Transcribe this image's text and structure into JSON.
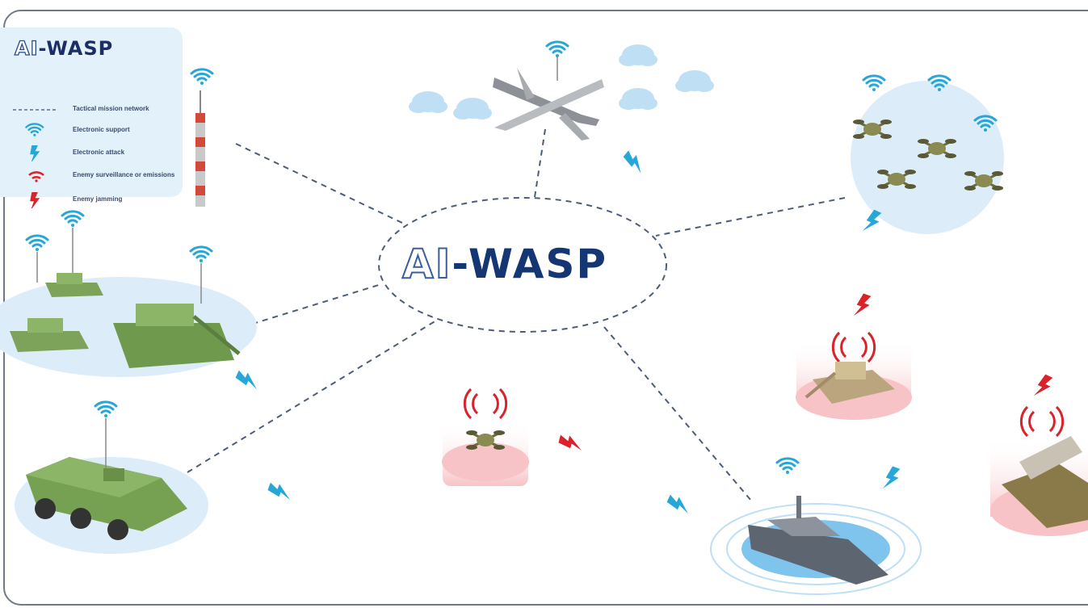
{
  "legend": {
    "title_prefix": "AI",
    "title_suffix": "-WASP",
    "items": [
      {
        "symbol": "dashed-line",
        "label": "Tactical mission network",
        "color": "#7d8fa8"
      },
      {
        "symbol": "wifi-icon",
        "label": "Electronic support",
        "color": "#27a7d8"
      },
      {
        "symbol": "lightning-icon",
        "label": "Electronic attack",
        "color": "#27a7d8"
      },
      {
        "symbol": "wifi-icon",
        "label": "Enemy surveillance or emissions",
        "color": "#d8232a"
      },
      {
        "symbol": "lightning-icon",
        "label": "Enemy jamming",
        "color": "#d8232a"
      }
    ]
  },
  "hub": {
    "title_prefix": "AI",
    "title_suffix": "-WASP"
  },
  "colors": {
    "friendly": "#27a7d8",
    "enemy": "#d8232a",
    "network_line": "#4d5d78",
    "zone_fill": "#d9ecf9",
    "enemy_zone": "#f9d4d6",
    "brand_navy": "#143672"
  },
  "nodes": [
    {
      "name": "radio-tower",
      "affiliation": "friendly"
    },
    {
      "name": "surveillance-drone-aircraft",
      "affiliation": "friendly"
    },
    {
      "name": "quadcopter-swarm",
      "affiliation": "friendly"
    },
    {
      "name": "tank-group",
      "affiliation": "friendly"
    },
    {
      "name": "armored-personnel-carrier",
      "affiliation": "friendly"
    },
    {
      "name": "naval-ship",
      "affiliation": "friendly"
    },
    {
      "name": "enemy-drone",
      "affiliation": "enemy"
    },
    {
      "name": "enemy-tank",
      "affiliation": "enemy"
    },
    {
      "name": "enemy-rocket-launcher",
      "affiliation": "enemy"
    }
  ]
}
